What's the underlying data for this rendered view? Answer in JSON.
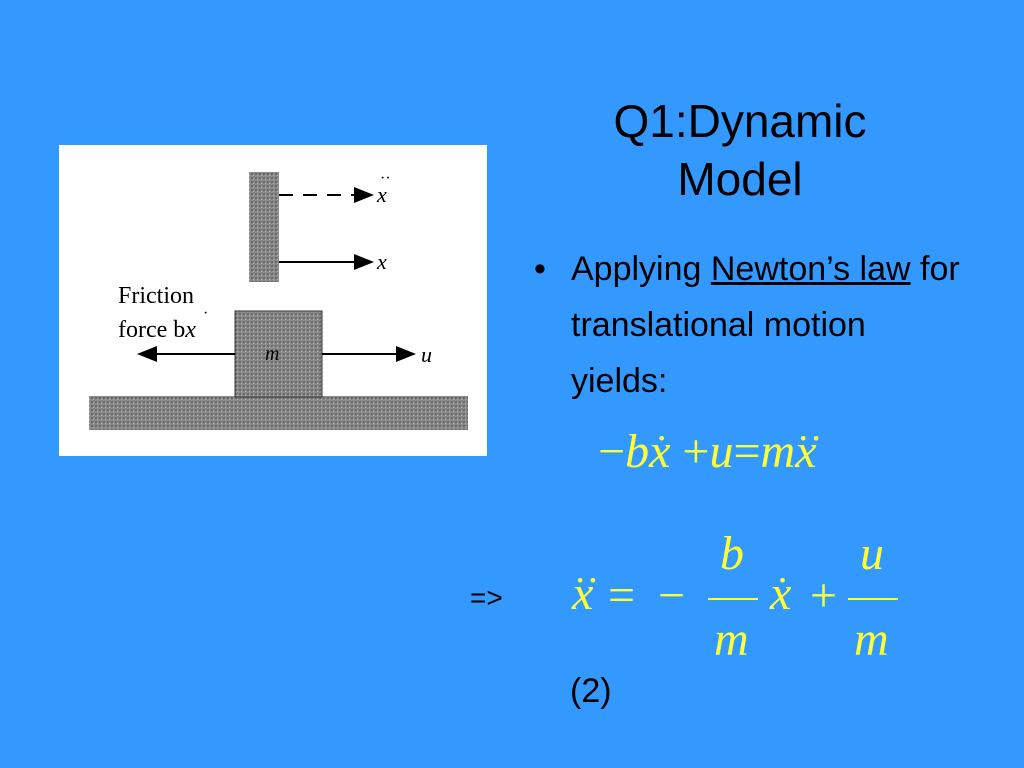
{
  "slide": {
    "title_line1": "Q1:Dynamic",
    "title_line2": "Model",
    "bullet_symbol": "•",
    "bullet_pre": "Applying ",
    "bullet_link": "Newton’s law",
    "bullet_post": " for translational motion yields:",
    "implies": "=>",
    "equation_number": "(2)"
  },
  "figure": {
    "friction_label_1": "Friction",
    "friction_label_2": "force b",
    "x_ddot_label": "x",
    "x_label": "x",
    "mass_label": "m",
    "input_label": "u"
  },
  "equations": {
    "eq1": {
      "minus": "−",
      "b": "b",
      "x": "x",
      "plus": "+",
      "u": "u",
      "equals": "=",
      "m": "m"
    },
    "eq2": {
      "x": "x",
      "equals": "=",
      "minus": "−",
      "b": "b",
      "m": "m",
      "plus": "+",
      "u": "u"
    }
  },
  "colors": {
    "background": "#3399ff",
    "equation": "#ffff33"
  }
}
